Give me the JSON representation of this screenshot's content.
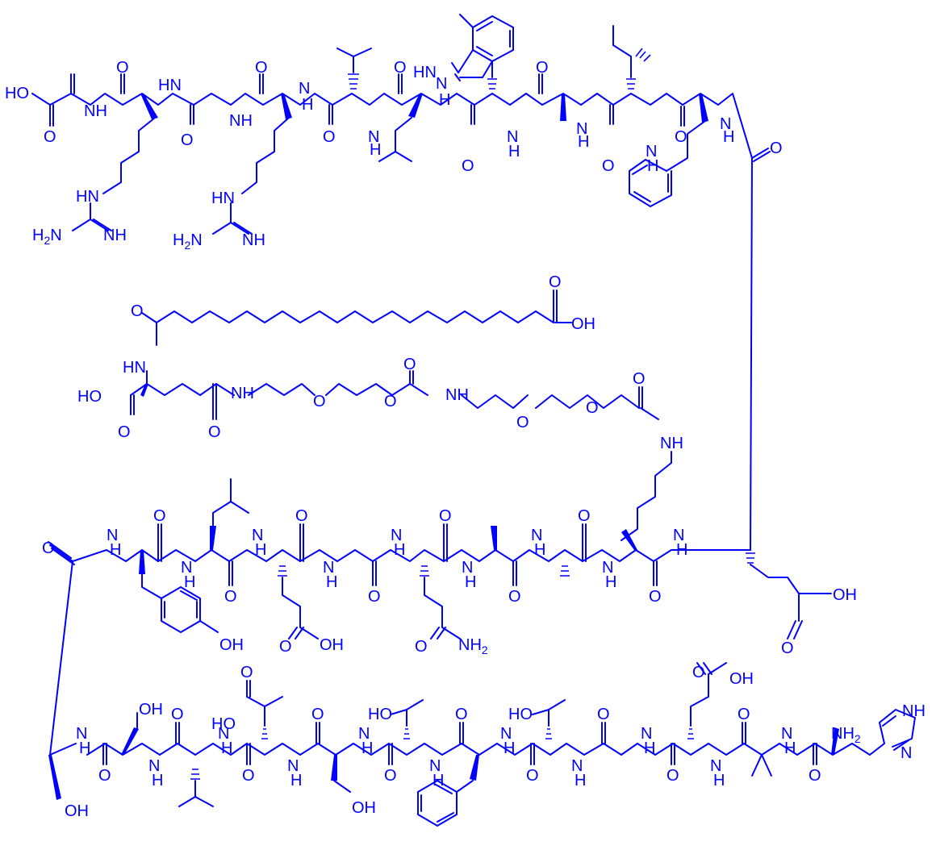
{
  "colors": {
    "ink": "#0000ff",
    "background": "#ffffff"
  },
  "atoms": {
    "gly30": {
      "oh": "HO",
      "o": "O",
      "nh": "NH"
    },
    "arg29": {
      "o": "O",
      "nh": "HN",
      "gua_nh": "HN",
      "nh2": "H2N",
      "imine": "NH"
    },
    "gly28": {
      "o": "O",
      "nh": "NH"
    },
    "arg27": {
      "o": "O",
      "nh": "N\nH",
      "gua_nh": "HN",
      "nh2": "H2N",
      "imine": "NH"
    },
    "val26": {
      "o": "O",
      "nh": "N\nH"
    },
    "leu25": {
      "o": "O",
      "nh": "N\nH"
    },
    "trp24": {
      "o": "O",
      "nh": "N\nH",
      "indole_nh": "HN"
    },
    "ala23": {
      "o": "O",
      "nh": "N\nH"
    },
    "ile22": {
      "o": "O",
      "nh": "N\nH"
    },
    "phe21": {
      "o": "O",
      "nh": "N\nH"
    },
    "glu20": {
      "o": "O",
      "nh": "N\nH",
      "acid_o": "O",
      "acid_oh": "OH"
    },
    "lys19": {
      "o": "O",
      "nh": "N\nH",
      "side_nh": "NH"
    },
    "ala18": {
      "o": "O",
      "nh": "N\nH"
    },
    "ala17": {
      "o": "O",
      "nh": "N\nH"
    },
    "gln16": {
      "o": "O",
      "nh": "N\nH",
      "amide_o": "O",
      "amide_nh2": "NH2"
    },
    "gly15": {
      "o": "O",
      "nh": "N\nH"
    },
    "glu14": {
      "o": "O",
      "nh": "N\nH",
      "acid_o": "O",
      "acid_oh": "OH"
    },
    "leu13": {
      "o": "O",
      "nh": "N\nH"
    },
    "tyr12": {
      "o": "O",
      "nh": "N\nH",
      "oh": "OH"
    },
    "ser11": {
      "o": "O",
      "nh": "N\nH",
      "oh": "OH"
    },
    "ser10": {
      "o": "O",
      "nh": "N\nH",
      "oh": "OH"
    },
    "val9": {
      "o": "O",
      "nh": "N\nH"
    },
    "asp8": {
      "o": "O",
      "nh": "N\nH",
      "acid_o": "O",
      "acid_oh": "OH"
    },
    "ser7": {
      "o": "O",
      "nh": "N\nH",
      "oh": "OH"
    },
    "thr6": {
      "o": "O",
      "nh": "N\nH",
      "oh": "HO"
    },
    "phe5": {
      "o": "O",
      "nh": "N\nH"
    },
    "thr4": {
      "o": "O",
      "nh": "N\nH",
      "oh": "HO"
    },
    "gly3": {
      "o": "O",
      "nh": "N\nH"
    },
    "glu2": {
      "o": "O",
      "nh": "N\nH",
      "acid_o": "O",
      "acid_oh": "OH"
    },
    "aib1": {
      "o": "O",
      "nh": "N\nH"
    },
    "his": {
      "o": "O",
      "nh2": "NH2",
      "ring_nh": "NH",
      "ring_n": "N"
    },
    "linker": {
      "acyl_o": "O",
      "acid_o": "O",
      "acid_oh": "OH",
      "glu_nh": "HN",
      "glu_oh": "HO",
      "glu_o": "O",
      "glu_amide_o": "O",
      "peg1_nh": "NH",
      "peg1_o1": "O",
      "peg1_o2": "O",
      "peg1_co": "O",
      "peg2_nh": "NH",
      "peg2_o1": "O",
      "peg2_o2": "O",
      "peg2_co": "O"
    }
  }
}
